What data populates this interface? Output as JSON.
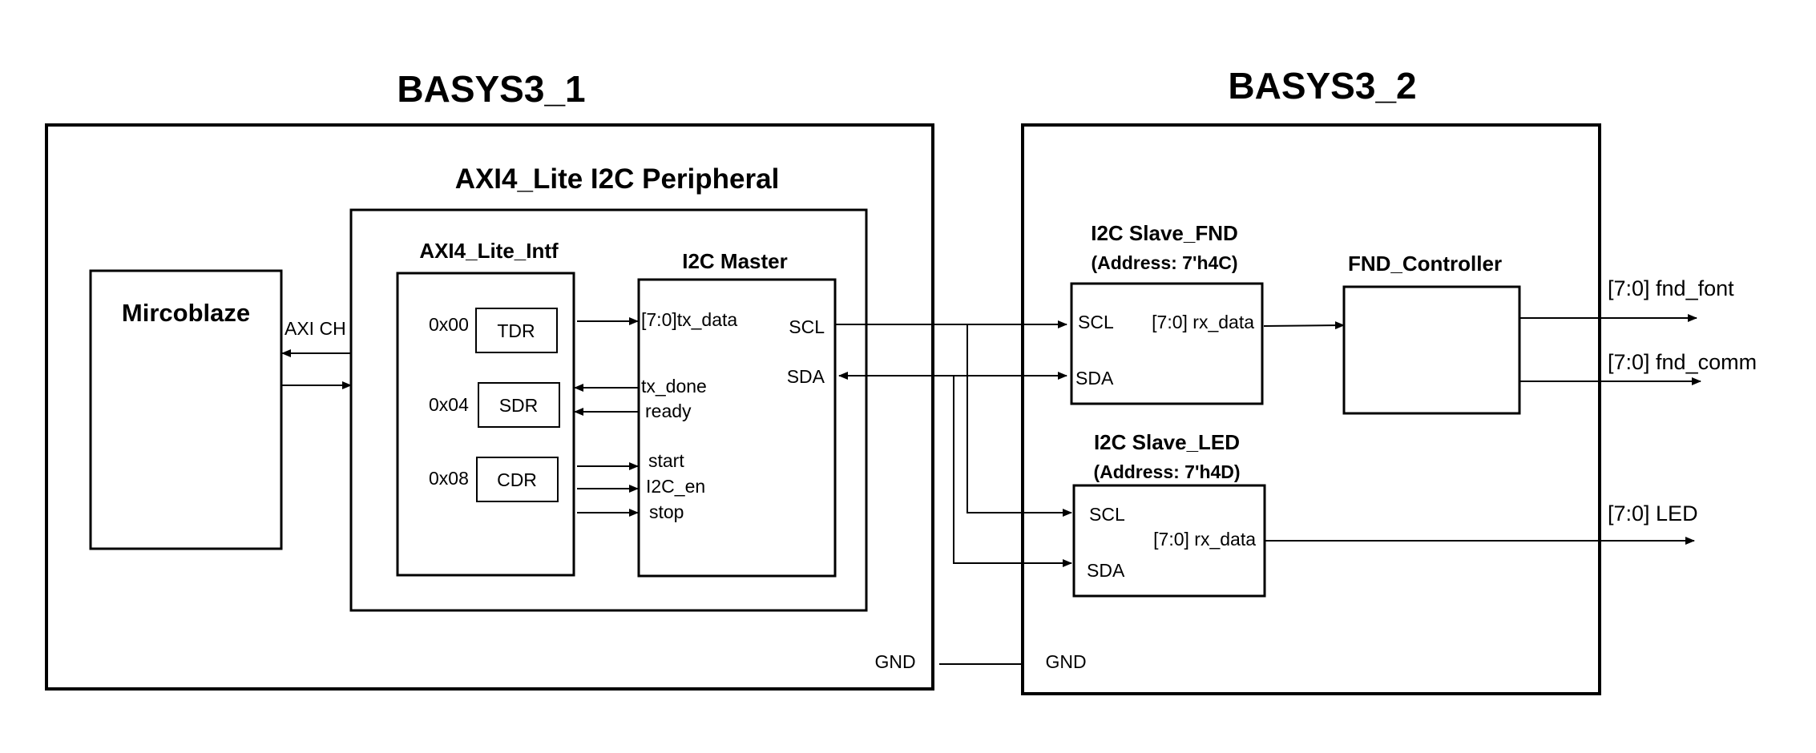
{
  "boards": {
    "board1_title": "BASYS3_1",
    "board2_title": "BASYS3_2"
  },
  "board1": {
    "microblaze_label": "Mircoblaze",
    "axi_ch_label": "AXI CH",
    "peripheral_title": "AXI4_Lite I2C Peripheral",
    "intf_title": "AXI4_Lite_Intf",
    "registers": [
      {
        "address": "0x00",
        "name": "TDR"
      },
      {
        "address": "0x04",
        "name": "SDR"
      },
      {
        "address": "0x08",
        "name": "CDR"
      }
    ],
    "master_title": "I2C Master",
    "master_inputs": [
      "[7:0]tx_data",
      "tx_done",
      "ready",
      "start",
      "I2C_en",
      "stop"
    ],
    "master_scl": "SCL",
    "master_sda": "SDA",
    "gnd_label": "GND"
  },
  "board2": {
    "fnd_slave_title": "I2C Slave_FND",
    "fnd_slave_address": "(Address: 7'h4C)",
    "fnd_scl": "SCL",
    "fnd_sda": "SDA",
    "fnd_rx": "[7:0] rx_data",
    "fnd_controller_title": "FND_Controller",
    "led_slave_title": "I2C Slave_LED",
    "led_slave_address": "(Address: 7'h4D)",
    "led_scl": "SCL",
    "led_sda": "SDA",
    "led_rx": "[7:0] rx_data",
    "gnd_label": "GND"
  },
  "outputs": {
    "fnd_font": "[7:0] fnd_font",
    "fnd_comm": "[7:0] fnd_comm",
    "led": "[7:0] LED"
  },
  "colors": {
    "stroke": "#000000",
    "background": "#ffffff"
  }
}
